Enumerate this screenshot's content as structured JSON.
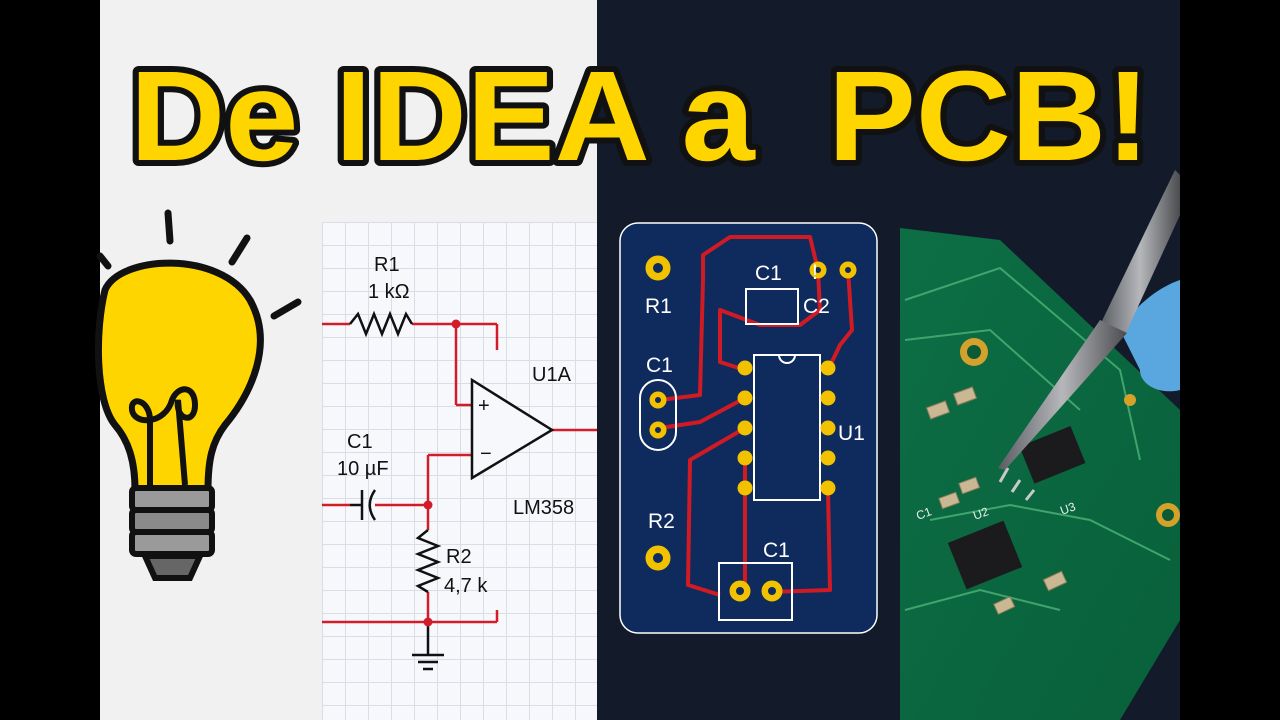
{
  "title": {
    "line": "De IDEA a  PCB!",
    "fill": "#ffd500",
    "stroke": "#111111"
  },
  "schematic": {
    "r1_ref": "R1",
    "r1_value": "1 kΩ",
    "opamp_ref": "U1A",
    "opamp_part": "LM358",
    "c1_ref": "C1",
    "c1_value": "10 µF",
    "r2_ref": "R2",
    "r2_value": "4,7 k",
    "plus_sign": "+",
    "minus_sign": "−",
    "wire_color": "#d21c2a"
  },
  "pcb": {
    "board_color": "#0f2a5c",
    "trace_color": "#d11b24",
    "pad_color": "#f2c200",
    "labels": {
      "r1": "R1",
      "c1_top": "C1",
      "c2": "C2",
      "c1_left": "C1",
      "u1": "U1",
      "r2": "R2",
      "c1_bottom": "C1",
      "mark": "!"
    }
  },
  "photo": {
    "silk_c1": "C1",
    "silk_u2": "U2",
    "silk_u3": "U3"
  }
}
